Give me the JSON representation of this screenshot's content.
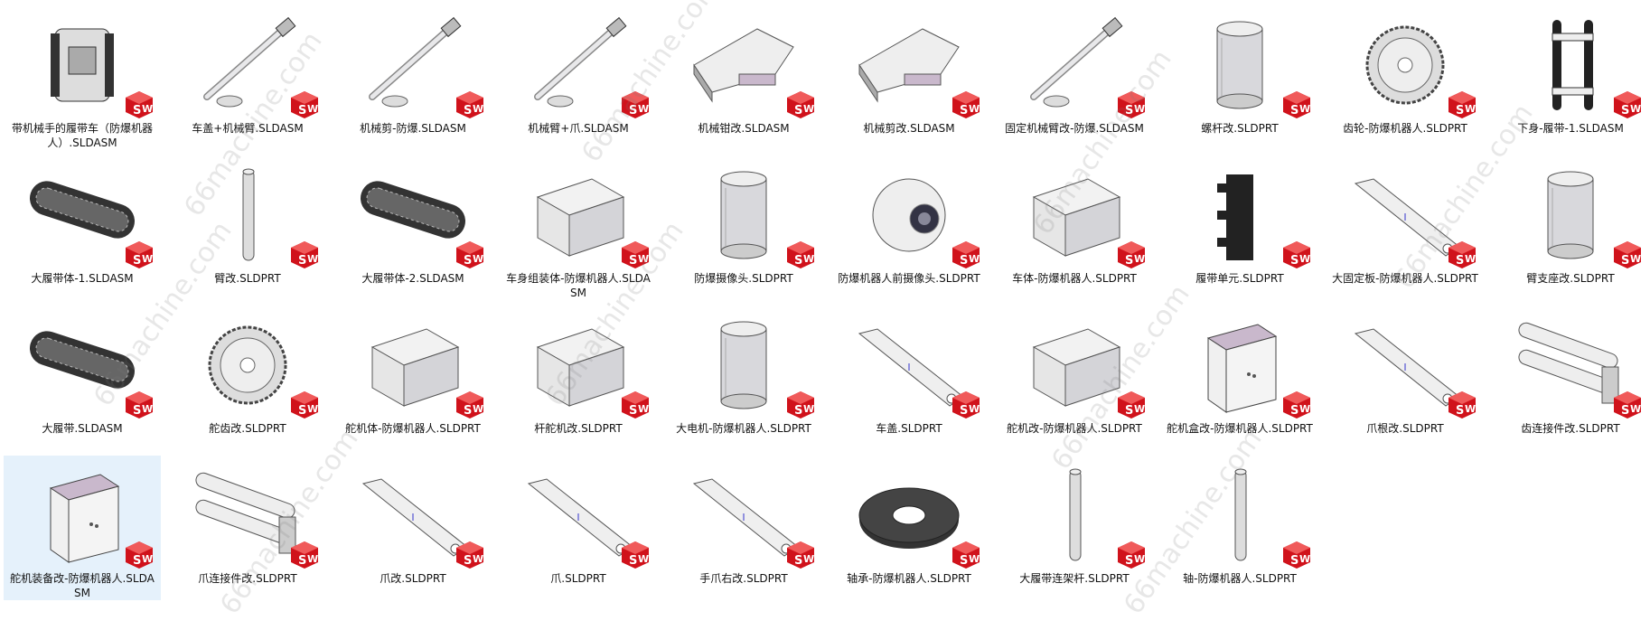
{
  "colors": {
    "selected_bg": "#e5f1fb",
    "badge_red": "#d0121b",
    "part_gray": "#c8c8cc",
    "part_purple": "#c9b8cc"
  },
  "watermark": "66machine.com",
  "files": [
    {
      "name": "带机械手的履带车（防爆机器人）.SLDASM",
      "icon": "tracked-vehicle"
    },
    {
      "name": "车盖+机械臂.SLDASM",
      "icon": "arm"
    },
    {
      "name": "机械剪-防爆.SLDASM",
      "icon": "arm"
    },
    {
      "name": "机械臂+爪.SLDASM",
      "icon": "arm"
    },
    {
      "name": "机械钳改.SLDASM",
      "icon": "gripper"
    },
    {
      "name": "机械剪改.SLDASM",
      "icon": "gripper"
    },
    {
      "name": "固定机械臂改-防爆.SLDASM",
      "icon": "arm"
    },
    {
      "name": "螺杆改.SLDPRT",
      "icon": "cylinder"
    },
    {
      "name": "齿轮-防爆机器人.SLDPRT",
      "icon": "gear"
    },
    {
      "name": "下身-履带-1.SLDASM",
      "icon": "track-frame"
    },
    {
      "name": "大履带体-1.SLDASM",
      "icon": "track"
    },
    {
      "name": "臂改.SLDPRT",
      "icon": "rod"
    },
    {
      "name": "大履带体-2.SLDASM",
      "icon": "track"
    },
    {
      "name": "车身组装体-防爆机器人.SLDASM",
      "icon": "box"
    },
    {
      "name": "防爆摄像头.SLDPRT",
      "icon": "cylinder"
    },
    {
      "name": "防爆机器人前摄像头.SLDPRT",
      "icon": "sphere"
    },
    {
      "name": "车体-防爆机器人.SLDPRT",
      "icon": "box"
    },
    {
      "name": "履带单元.SLDPRT",
      "icon": "link"
    },
    {
      "name": "大固定板-防爆机器人.SLDPRT",
      "icon": "plate"
    },
    {
      "name": "臂支座改.SLDPRT",
      "icon": "cylinder"
    },
    {
      "name": "大履带.SLDASM",
      "icon": "track"
    },
    {
      "name": "舵齿改.SLDPRT",
      "icon": "gear"
    },
    {
      "name": "舵机体-防爆机器人.SLDPRT",
      "icon": "box"
    },
    {
      "name": "杆舵机改.SLDPRT",
      "icon": "box"
    },
    {
      "name": "大电机-防爆机器人.SLDPRT",
      "icon": "cylinder"
    },
    {
      "name": "车盖.SLDPRT",
      "icon": "plate"
    },
    {
      "name": "舵机改-防爆机器人.SLDPRT",
      "icon": "box"
    },
    {
      "name": "舵机盒改-防爆机器人.SLDPRT",
      "icon": "box-open"
    },
    {
      "name": "爪根改.SLDPRT",
      "icon": "plate"
    },
    {
      "name": "齿连接件改.SLDPRT",
      "icon": "bracket"
    },
    {
      "name": "舵机装备改-防爆机器人.SLDASM",
      "icon": "box-open",
      "selected": true
    },
    {
      "name": "爪连接件改.SLDPRT",
      "icon": "bracket"
    },
    {
      "name": "爪改.SLDPRT",
      "icon": "plate"
    },
    {
      "name": "爪.SLDPRT",
      "icon": "plate"
    },
    {
      "name": "手爪右改.SLDPRT",
      "icon": "plate"
    },
    {
      "name": "轴承-防爆机器人.SLDPRT",
      "icon": "ring"
    },
    {
      "name": "大履带连架杆.SLDPRT",
      "icon": "rod"
    },
    {
      "name": "轴-防爆机器人.SLDPRT",
      "icon": "rod"
    }
  ]
}
